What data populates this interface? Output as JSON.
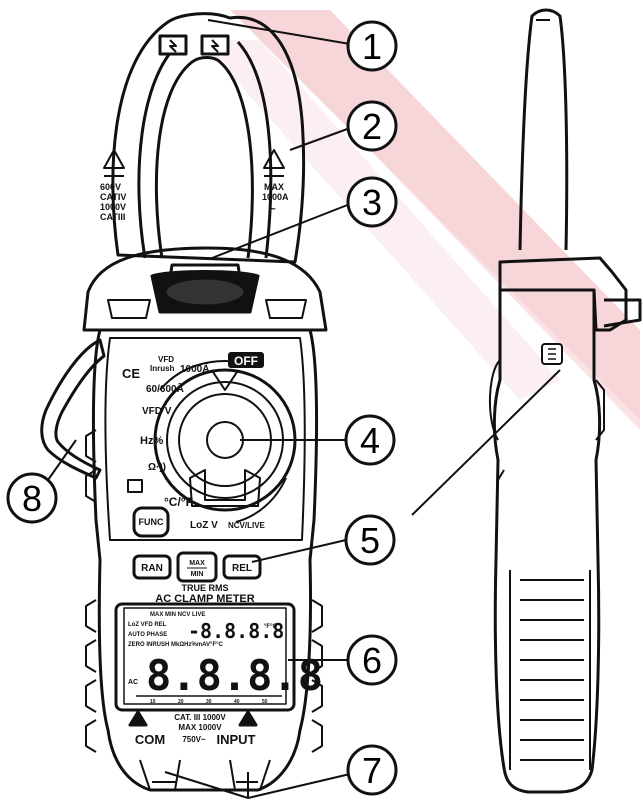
{
  "callouts": [
    "1",
    "2",
    "3",
    "4",
    "5",
    "6",
    "7",
    "8"
  ],
  "jaw": {
    "left_rating": [
      "600V",
      "CATIV",
      "1000V",
      "CATIII"
    ],
    "right_rating": [
      "MAX",
      "1000A",
      "~"
    ]
  },
  "dial": {
    "off": "OFF",
    "vfd_inrush": "VFD",
    "inrush": "Inrush",
    "a1000": "1000Ã",
    "a60": "60/600Ã",
    "vfdv": "VFD V",
    "hz": "Hz%",
    "ohm": "Ω·))",
    "cf": "°C/°F",
    "lozv": "LoZ V",
    "ncv": "NCV/LIVE",
    "ce": "CE"
  },
  "buttons": {
    "func": "FUNC",
    "ran": "RAN",
    "max": "MAX",
    "min": "MIN",
    "rel": "REL"
  },
  "meter": {
    "true_rms": "TRUE RMS",
    "title": "AC CLAMP METER"
  },
  "lcd": {
    "row1": "MAX MIN NCV LIVE",
    "row2": "LoZ VFD REL",
    "row3": "AUTO PHASE",
    "row4": "ZERO INRUSH MkΩHz%mAV°F°C",
    "small_digits": "-8.8.8.8",
    "big_digits": "8.8.8.8",
    "unit": "°F°C",
    "ac": "AC",
    "scale": [
      "10",
      "20",
      "30",
      "40",
      "50"
    ]
  },
  "ratings": {
    "cat": "CAT. III 1000V",
    "max": "MAX 1000V",
    "com": "COM",
    "v750": "750V~",
    "input": "INPUT"
  }
}
